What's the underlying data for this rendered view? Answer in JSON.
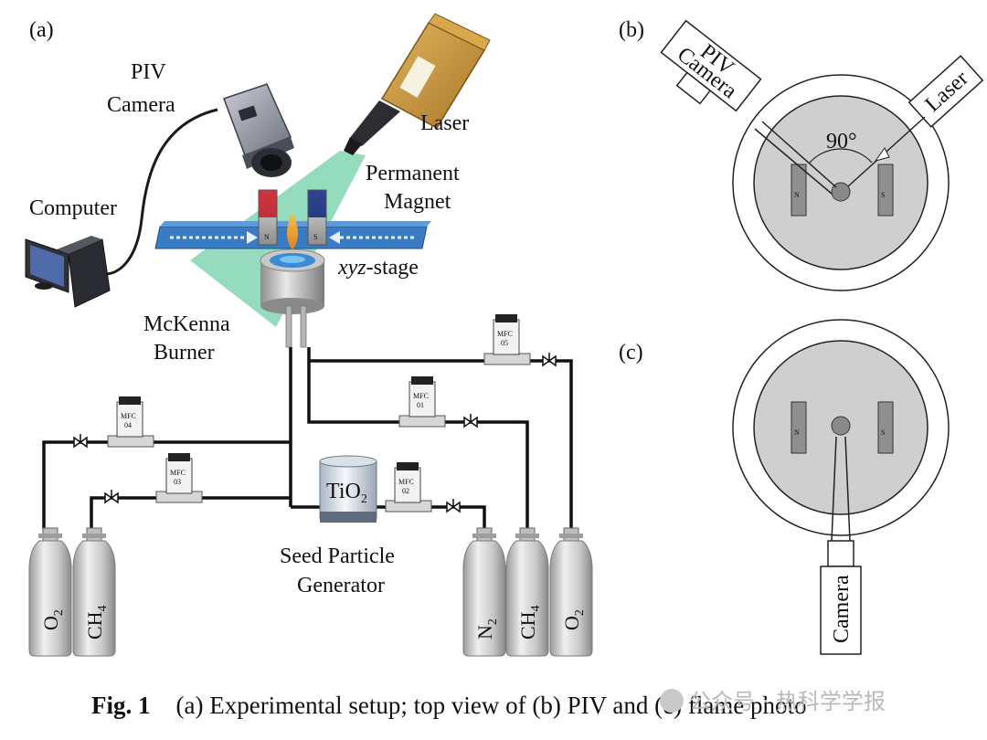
{
  "panels": {
    "a": "(a)",
    "b": "(b)",
    "c": "(c)"
  },
  "labels": {
    "piv_camera_1": "PIV",
    "piv_camera_2": "Camera",
    "laser": "Laser",
    "permanent_1": "Permanent",
    "permanent_2": "Magnet",
    "computer": "Computer",
    "xyz_italic": "xyz",
    "xyz_rest": "-stage",
    "mckenna_1": "McKenna",
    "mckenna_2": "Burner",
    "seed_1": "Seed Particle",
    "seed_2": "Generator",
    "tio2": "TiO",
    "tio2_sub": "2",
    "magnet_n": "N",
    "magnet_s": "S"
  },
  "mfc": [
    {
      "name": "MFC",
      "num": "05"
    },
    {
      "name": "MFC",
      "num": "01"
    },
    {
      "name": "MFC",
      "num": "04"
    },
    {
      "name": "MFC",
      "num": "03"
    },
    {
      "name": "MFC",
      "num": "02"
    }
  ],
  "cylinders": [
    {
      "base": "O",
      "sub": "2"
    },
    {
      "base": "CH",
      "sub": "4"
    },
    {
      "base": "N",
      "sub": "2"
    },
    {
      "base": "CH",
      "sub": "4"
    },
    {
      "base": "O",
      "sub": "2"
    }
  ],
  "panel_b": {
    "camera_1": "PIV",
    "camera_2": "Camera",
    "laser": "Laser",
    "angle": "90°",
    "n": "N",
    "s": "S"
  },
  "panel_c": {
    "camera": "Camera",
    "n": "N",
    "s": "S"
  },
  "caption": {
    "bold": "Fig. 1",
    "text": "(a) Experimental setup; top view of (b) PIV and (c) flame photo"
  },
  "watermark": "公众号 · 热科学学报",
  "colors": {
    "stage": "#3a7cc4",
    "magnet_red": "#c8323c",
    "magnet_blue": "#2b3f8c",
    "laser_body": "#c9943a",
    "beam": "#3dbf86",
    "disk": "#cfcfcf"
  }
}
